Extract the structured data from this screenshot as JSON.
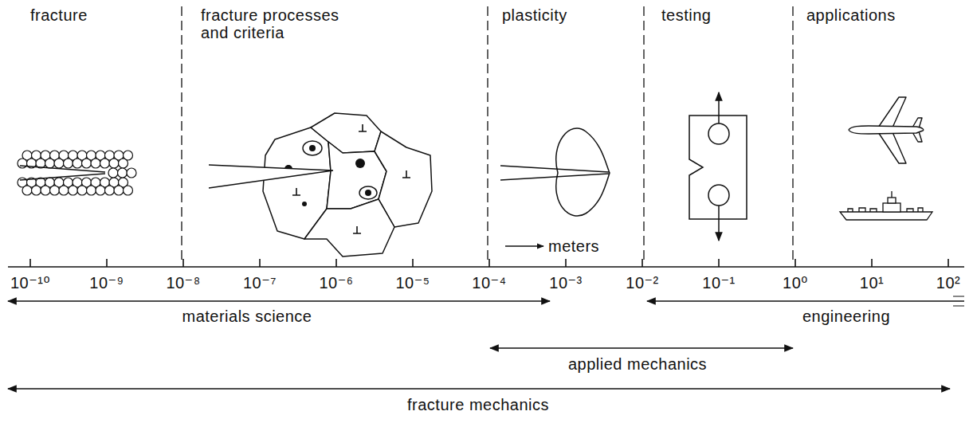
{
  "diagram": {
    "labels": [
      "fracture",
      "fracture processes and criteria",
      "plasticity",
      "testing",
      "applications",
      "meters",
      "10⁻¹⁰",
      "10⁻⁹",
      "10⁻⁸",
      "10⁻⁷",
      "10⁻⁶",
      "10⁻⁵",
      "10⁻⁴",
      "10⁻³",
      "10⁻²",
      "10⁻¹",
      "10⁰",
      "10¹",
      "10²",
      "materials science",
      "engineering",
      "applied mechanics",
      "fracture mechanics"
    ]
  }
}
